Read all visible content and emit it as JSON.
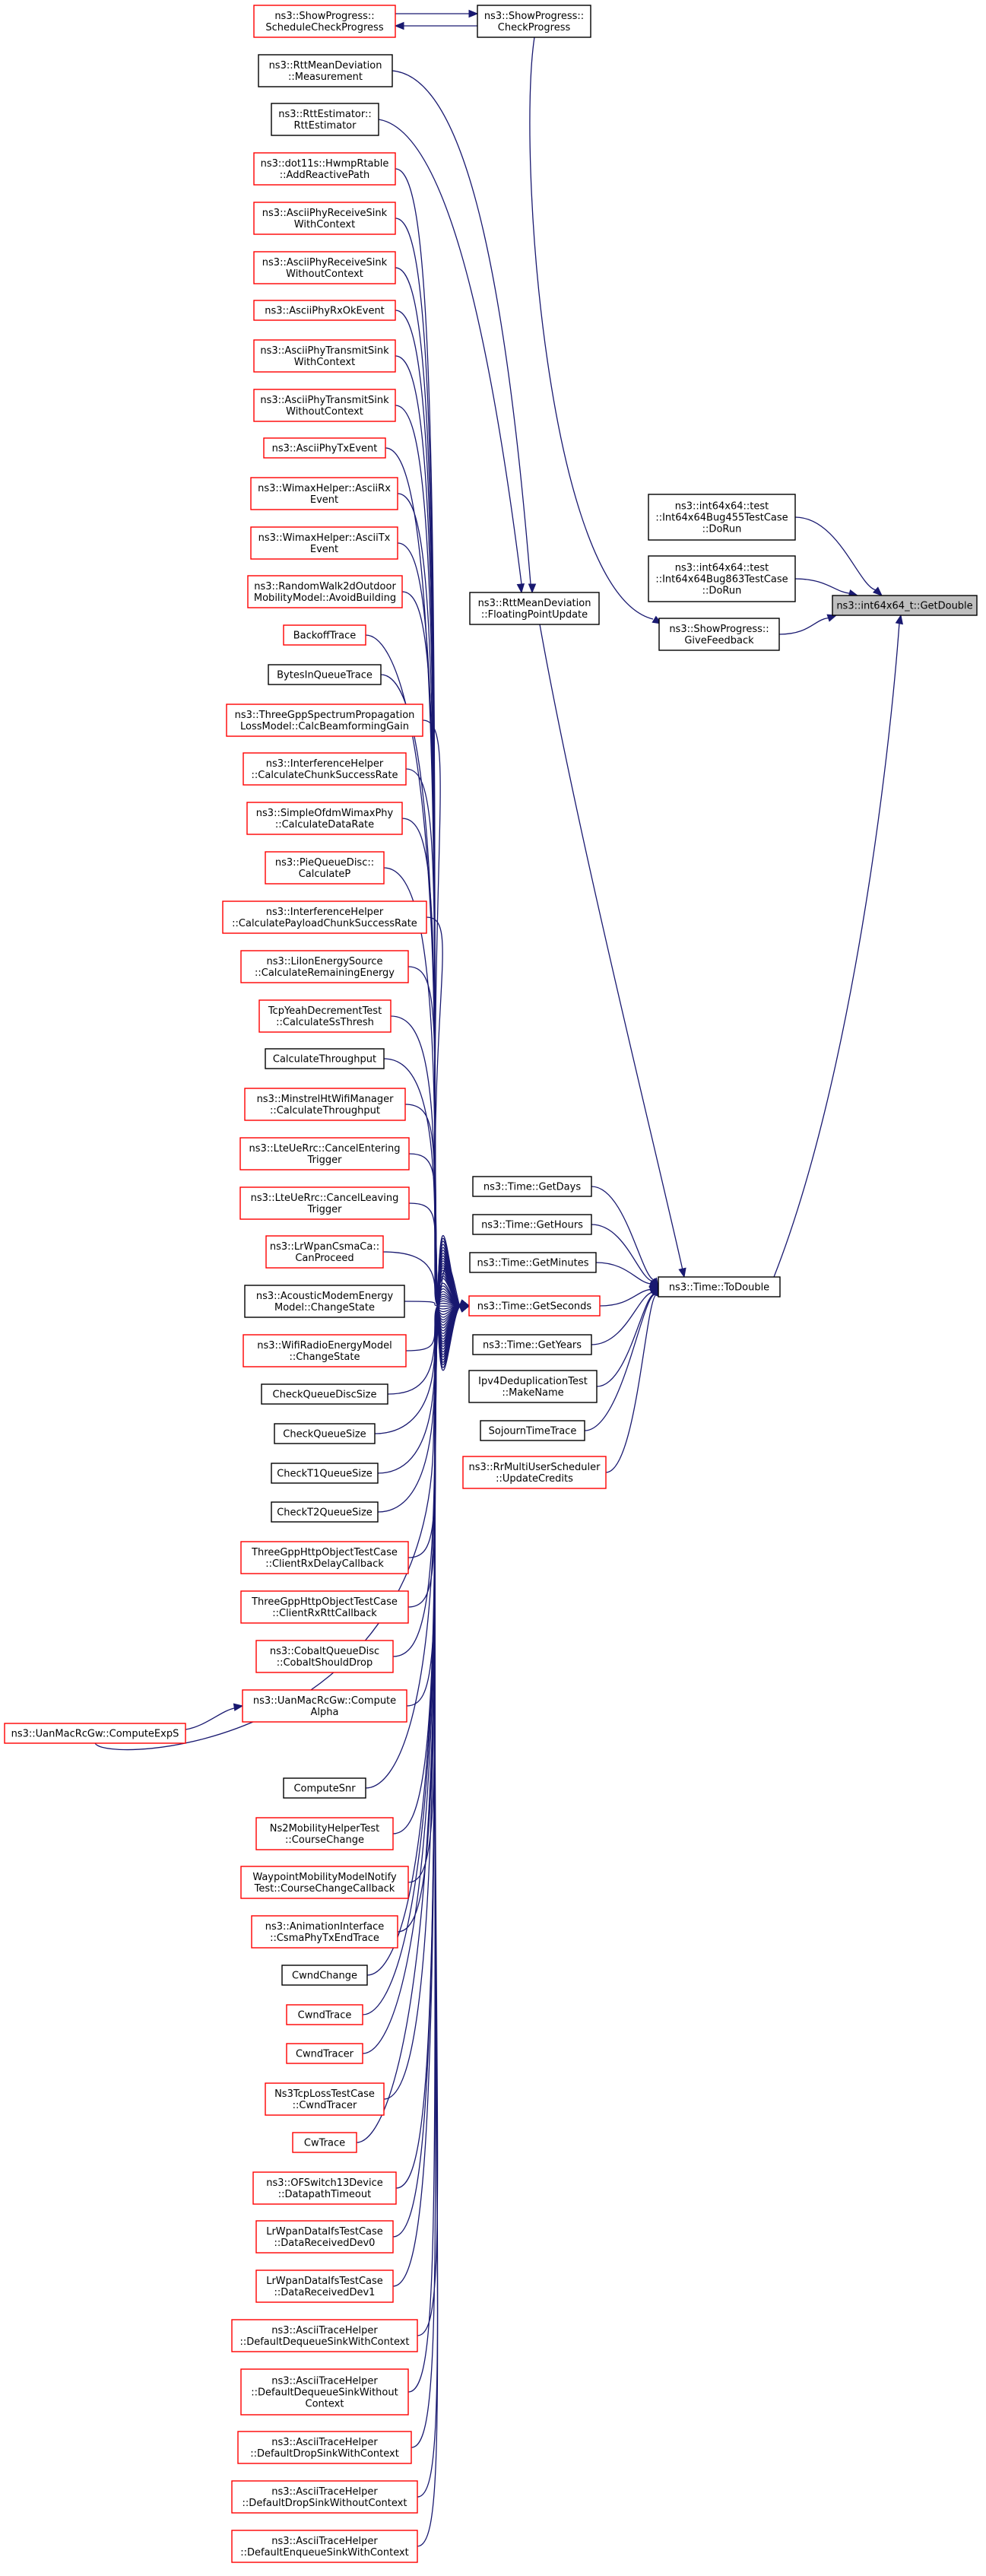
{
  "graph": {
    "root": "n_getdouble",
    "nodes": [
      {
        "id": "n_getdouble",
        "lines": [
          "ns3::int64x64_t::GetDouble"
        ],
        "style": "root"
      },
      {
        "id": "n_bug455",
        "lines": [
          "ns3::int64x64::test",
          "::Int64x64Bug455TestCase",
          "::DoRun"
        ],
        "style": "black"
      },
      {
        "id": "n_bug863",
        "lines": [
          "ns3::int64x64::test",
          "::Int64x64Bug863TestCase",
          "::DoRun"
        ],
        "style": "black"
      },
      {
        "id": "n_givefeedback",
        "lines": [
          "ns3::ShowProgress::",
          "GiveFeedback"
        ],
        "style": "black"
      },
      {
        "id": "n_checkprogress",
        "lines": [
          "ns3::ShowProgress::",
          "CheckProgress"
        ],
        "style": "black"
      },
      {
        "id": "n_schedcheck",
        "lines": [
          "ns3::ShowProgress::",
          "ScheduleCheckProgress"
        ],
        "style": "red"
      },
      {
        "id": "n_fpu",
        "lines": [
          "ns3::RttMeanDeviation",
          "::FloatingPointUpdate"
        ],
        "style": "black"
      },
      {
        "id": "n_measurement",
        "lines": [
          "ns3::RttMeanDeviation",
          "::Measurement"
        ],
        "style": "black"
      },
      {
        "id": "n_rttest",
        "lines": [
          "ns3::RttEstimator::",
          "RttEstimator"
        ],
        "style": "black"
      },
      {
        "id": "n_todouble",
        "lines": [
          "ns3::Time::ToDouble"
        ],
        "style": "black"
      },
      {
        "id": "n_getdays",
        "lines": [
          "ns3::Time::GetDays"
        ],
        "style": "black"
      },
      {
        "id": "n_gethours",
        "lines": [
          "ns3::Time::GetHours"
        ],
        "style": "black"
      },
      {
        "id": "n_getminutes",
        "lines": [
          "ns3::Time::GetMinutes"
        ],
        "style": "black"
      },
      {
        "id": "n_getseconds",
        "lines": [
          "ns3::Time::GetSeconds"
        ],
        "style": "red"
      },
      {
        "id": "n_getyears",
        "lines": [
          "ns3::Time::GetYears"
        ],
        "style": "black"
      },
      {
        "id": "n_ipv4dedup",
        "lines": [
          "Ipv4DeduplicationTest",
          "::MakeName"
        ],
        "style": "black"
      },
      {
        "id": "n_sojourn",
        "lines": [
          "SojournTimeTrace"
        ],
        "style": "black"
      },
      {
        "id": "n_rrmulti",
        "lines": [
          "ns3::RrMultiUserScheduler",
          "::UpdateCredits"
        ],
        "style": "red"
      },
      {
        "id": "n_c01",
        "lines": [
          "ns3::dot11s::HwmpRtable",
          "::AddReactivePath"
        ],
        "style": "red"
      },
      {
        "id": "n_c02",
        "lines": [
          "ns3::AsciiPhyReceiveSink",
          "WithContext"
        ],
        "style": "red"
      },
      {
        "id": "n_c03",
        "lines": [
          "ns3::AsciiPhyReceiveSink",
          "WithoutContext"
        ],
        "style": "red"
      },
      {
        "id": "n_c04",
        "lines": [
          "ns3::AsciiPhyRxOkEvent"
        ],
        "style": "red"
      },
      {
        "id": "n_c05",
        "lines": [
          "ns3::AsciiPhyTransmitSink",
          "WithContext"
        ],
        "style": "red"
      },
      {
        "id": "n_c06",
        "lines": [
          "ns3::AsciiPhyTransmitSink",
          "WithoutContext"
        ],
        "style": "red"
      },
      {
        "id": "n_c07",
        "lines": [
          "ns3::AsciiPhyTxEvent"
        ],
        "style": "red"
      },
      {
        "id": "n_c08",
        "lines": [
          "ns3::WimaxHelper::AsciiRx",
          "Event"
        ],
        "style": "red"
      },
      {
        "id": "n_c09",
        "lines": [
          "ns3::WimaxHelper::AsciiTx",
          "Event"
        ],
        "style": "red"
      },
      {
        "id": "n_c10",
        "lines": [
          "ns3::RandomWalk2dOutdoor",
          "MobilityModel::AvoidBuilding"
        ],
        "style": "red"
      },
      {
        "id": "n_c11",
        "lines": [
          "BackoffTrace"
        ],
        "style": "red"
      },
      {
        "id": "n_c12",
        "lines": [
          "BytesInQueueTrace"
        ],
        "style": "black"
      },
      {
        "id": "n_c13",
        "lines": [
          "ns3::ThreeGppSpectrumPropagation",
          "LossModel::CalcBeamformingGain"
        ],
        "style": "red"
      },
      {
        "id": "n_c14",
        "lines": [
          "ns3::InterferenceHelper",
          "::CalculateChunkSuccessRate"
        ],
        "style": "red"
      },
      {
        "id": "n_c15",
        "lines": [
          "ns3::SimpleOfdmWimaxPhy",
          "::CalculateDataRate"
        ],
        "style": "red"
      },
      {
        "id": "n_c16",
        "lines": [
          "ns3::PieQueueDisc::",
          "CalculateP"
        ],
        "style": "red"
      },
      {
        "id": "n_c17",
        "lines": [
          "ns3::InterferenceHelper",
          "::CalculatePayloadChunkSuccessRate"
        ],
        "style": "red"
      },
      {
        "id": "n_c18",
        "lines": [
          "ns3::LiIonEnergySource",
          "::CalculateRemainingEnergy"
        ],
        "style": "red"
      },
      {
        "id": "n_c19",
        "lines": [
          "TcpYeahDecrementTest",
          "::CalculateSsThresh"
        ],
        "style": "red"
      },
      {
        "id": "n_c20",
        "lines": [
          "CalculateThroughput"
        ],
        "style": "black"
      },
      {
        "id": "n_c21",
        "lines": [
          "ns3::MinstrelHtWifiManager",
          "::CalculateThroughput"
        ],
        "style": "red"
      },
      {
        "id": "n_c22",
        "lines": [
          "ns3::LteUeRrc::CancelEntering",
          "Trigger"
        ],
        "style": "red"
      },
      {
        "id": "n_c23",
        "lines": [
          "ns3::LteUeRrc::CancelLeaving",
          "Trigger"
        ],
        "style": "red"
      },
      {
        "id": "n_c24",
        "lines": [
          "ns3::LrWpanCsmaCa::",
          "CanProceed"
        ],
        "style": "red"
      },
      {
        "id": "n_c25",
        "lines": [
          "ns3::AcousticModemEnergy",
          "Model::ChangeState"
        ],
        "style": "black"
      },
      {
        "id": "n_c26",
        "lines": [
          "ns3::WifiRadioEnergyModel",
          "::ChangeState"
        ],
        "style": "red"
      },
      {
        "id": "n_c27",
        "lines": [
          "CheckQueueDiscSize"
        ],
        "style": "black"
      },
      {
        "id": "n_c28",
        "lines": [
          "CheckQueueSize"
        ],
        "style": "black"
      },
      {
        "id": "n_c29",
        "lines": [
          "CheckT1QueueSize"
        ],
        "style": "black"
      },
      {
        "id": "n_c30",
        "lines": [
          "CheckT2QueueSize"
        ],
        "style": "black"
      },
      {
        "id": "n_c31",
        "lines": [
          "ThreeGppHttpObjectTestCase",
          "::ClientRxDelayCallback"
        ],
        "style": "red"
      },
      {
        "id": "n_c32",
        "lines": [
          "ThreeGppHttpObjectTestCase",
          "::ClientRxRttCallback"
        ],
        "style": "red"
      },
      {
        "id": "n_c33",
        "lines": [
          "ns3::CobaltQueueDisc",
          "::CobaltShouldDrop"
        ],
        "style": "red"
      },
      {
        "id": "n_c34",
        "lines": [
          "ns3::UanMacRcGw::Compute",
          "Alpha"
        ],
        "style": "red"
      },
      {
        "id": "n_c35",
        "lines": [
          "ns3::UanMacRcGw::ComputeExpS"
        ],
        "style": "red"
      },
      {
        "id": "n_c36",
        "lines": [
          "ComputeSnr"
        ],
        "style": "black"
      },
      {
        "id": "n_c37",
        "lines": [
          "Ns2MobilityHelperTest",
          "::CourseChange"
        ],
        "style": "red"
      },
      {
        "id": "n_c38",
        "lines": [
          "WaypointMobilityModelNotify",
          "Test::CourseChangeCallback"
        ],
        "style": "red"
      },
      {
        "id": "n_c39",
        "lines": [
          "ns3::AnimationInterface",
          "::CsmaPhyTxEndTrace"
        ],
        "style": "red"
      },
      {
        "id": "n_c40",
        "lines": [
          "CwndChange"
        ],
        "style": "black"
      },
      {
        "id": "n_c41",
        "lines": [
          "CwndTrace"
        ],
        "style": "red"
      },
      {
        "id": "n_c42",
        "lines": [
          "CwndTracer"
        ],
        "style": "red"
      },
      {
        "id": "n_c43",
        "lines": [
          "Ns3TcpLossTestCase",
          "::CwndTracer"
        ],
        "style": "red"
      },
      {
        "id": "n_c44",
        "lines": [
          "CwTrace"
        ],
        "style": "red"
      },
      {
        "id": "n_c45",
        "lines": [
          "ns3::OFSwitch13Device",
          "::DatapathTimeout"
        ],
        "style": "red"
      },
      {
        "id": "n_c46",
        "lines": [
          "LrWpanDataIfsTestCase",
          "::DataReceivedDev0"
        ],
        "style": "red"
      },
      {
        "id": "n_c47",
        "lines": [
          "LrWpanDataIfsTestCase",
          "::DataReceivedDev1"
        ],
        "style": "red"
      },
      {
        "id": "n_c48",
        "lines": [
          "ns3::AsciiTraceHelper",
          "::DefaultDequeueSinkWithContext"
        ],
        "style": "red"
      },
      {
        "id": "n_c49",
        "lines": [
          "ns3::AsciiTraceHelper",
          "::DefaultDequeueSinkWithout",
          "Context"
        ],
        "style": "red"
      },
      {
        "id": "n_c50",
        "lines": [
          "ns3::AsciiTraceHelper",
          "::DefaultDropSinkWithContext"
        ],
        "style": "red"
      },
      {
        "id": "n_c51",
        "lines": [
          "ns3::AsciiTraceHelper",
          "::DefaultDropSinkWithoutContext"
        ],
        "style": "red"
      },
      {
        "id": "n_c52",
        "lines": [
          "ns3::AsciiTraceHelper",
          "::DefaultEnqueueSinkWithContext"
        ],
        "style": "red"
      }
    ],
    "edges": [
      {
        "from": "n_bug455",
        "to": "n_getdouble"
      },
      {
        "from": "n_bug863",
        "to": "n_getdouble"
      },
      {
        "from": "n_givefeedback",
        "to": "n_getdouble"
      },
      {
        "from": "n_todouble",
        "to": "n_getdouble"
      },
      {
        "from": "n_checkprogress",
        "to": "n_givefeedback"
      },
      {
        "from": "n_schedcheck",
        "to": "n_checkprogress"
      },
      {
        "from": "n_checkprogress",
        "to": "n_schedcheck"
      },
      {
        "from": "n_fpu",
        "to": "n_todouble"
      },
      {
        "from": "n_measurement",
        "to": "n_fpu"
      },
      {
        "from": "n_rttest",
        "to": "n_fpu"
      },
      {
        "from": "n_getdays",
        "to": "n_todouble"
      },
      {
        "from": "n_gethours",
        "to": "n_todouble"
      },
      {
        "from": "n_getminutes",
        "to": "n_todouble"
      },
      {
        "from": "n_getseconds",
        "to": "n_todouble"
      },
      {
        "from": "n_getyears",
        "to": "n_todouble"
      },
      {
        "from": "n_ipv4dedup",
        "to": "n_todouble"
      },
      {
        "from": "n_sojourn",
        "to": "n_todouble"
      },
      {
        "from": "n_rrmulti",
        "to": "n_todouble"
      },
      {
        "from": "n_c35",
        "to": "n_c34"
      },
      {
        "from": "n_c35",
        "to": "n_getseconds"
      }
    ],
    "fan_in_target": "n_getseconds",
    "fan_in_sources": [
      "n_c01",
      "n_c02",
      "n_c03",
      "n_c04",
      "n_c05",
      "n_c06",
      "n_c07",
      "n_c08",
      "n_c09",
      "n_c10",
      "n_c11",
      "n_c12",
      "n_c13",
      "n_c14",
      "n_c15",
      "n_c16",
      "n_c17",
      "n_c18",
      "n_c19",
      "n_c20",
      "n_c21",
      "n_c22",
      "n_c23",
      "n_c24",
      "n_c25",
      "n_c26",
      "n_c27",
      "n_c28",
      "n_c29",
      "n_c30",
      "n_c31",
      "n_c32",
      "n_c33",
      "n_c34",
      "n_c36",
      "n_c37",
      "n_c38",
      "n_c39",
      "n_c40",
      "n_c41",
      "n_c42",
      "n_c43",
      "n_c44",
      "n_c45",
      "n_c46",
      "n_c47",
      "n_c48",
      "n_c49",
      "n_c50",
      "n_c51",
      "n_c52"
    ]
  }
}
